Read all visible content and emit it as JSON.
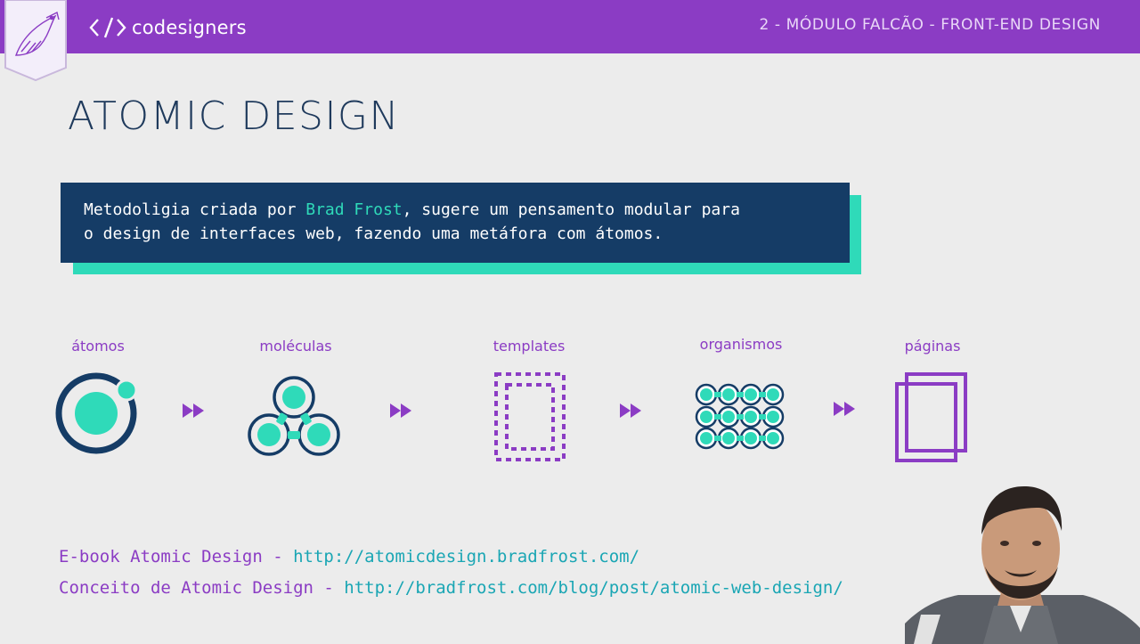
{
  "header": {
    "brand_name": "codesigners",
    "module_label": "2 - MÓDULO FALCÃO - FRONT-END DESIGN"
  },
  "slide": {
    "title": "ATOMIC DESIGN",
    "callout": {
      "line1_prefix": "Metodoligia criada por ",
      "line1_highlight": "Brad Frost",
      "line1_suffix": ", sugere um pensamento modular para",
      "line2": "o design de interfaces web, fazendo uma metáfora com átomos."
    },
    "stages": [
      {
        "label": "átomos",
        "icon": "atom-icon"
      },
      {
        "label": "moléculas",
        "icon": "molecule-icon"
      },
      {
        "label": "templates",
        "icon": "template-icon"
      },
      {
        "label": "organismos",
        "icon": "organism-icon"
      },
      {
        "label": "páginas",
        "icon": "pages-icon"
      }
    ],
    "links": [
      {
        "label": "E-book Atomic Design - ",
        "url": "http://atomicdesign.bradfrost.com/"
      },
      {
        "label": "Conceito de Atomic Design - ",
        "url": "http://bradfrost.com/blog/post/atomic-web-design/"
      }
    ]
  },
  "colors": {
    "purple": "#8b3cc4",
    "navy": "#153c66",
    "teal": "#2fdab9",
    "link": "#1aa6b4"
  }
}
